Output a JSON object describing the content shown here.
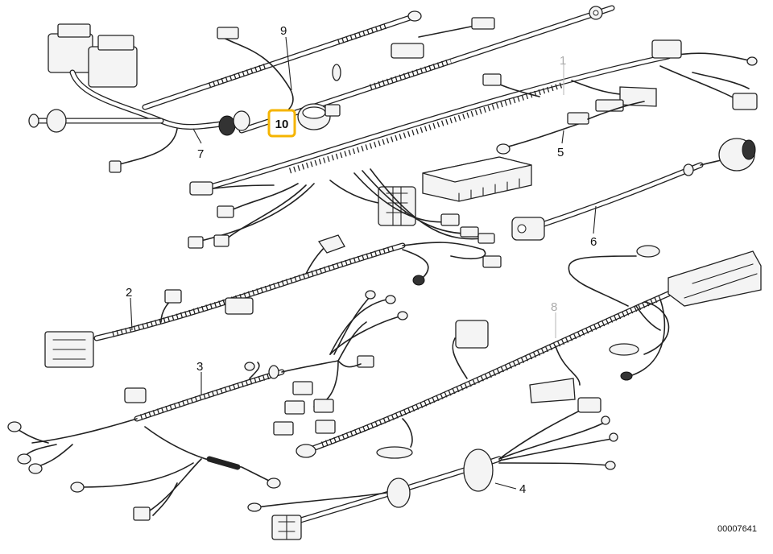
{
  "diagram": {
    "reference_number": "00007641",
    "highlighted_callout": "10",
    "callouts": [
      {
        "id": "1",
        "label": "1",
        "faint": true
      },
      {
        "id": "2",
        "label": "2",
        "faint": false
      },
      {
        "id": "3",
        "label": "3",
        "faint": false
      },
      {
        "id": "4",
        "label": "4",
        "faint": false
      },
      {
        "id": "5",
        "label": "5",
        "faint": false
      },
      {
        "id": "6",
        "label": "6",
        "faint": false
      },
      {
        "id": "7",
        "label": "7",
        "faint": false
      },
      {
        "id": "8",
        "label": "8",
        "faint": true
      },
      {
        "id": "9",
        "label": "9",
        "faint": false
      },
      {
        "id": "10",
        "label": "10",
        "faint": false
      }
    ],
    "colors": {
      "line": "#222222",
      "highlight_border": "#f5b400",
      "faint_label": "#aaaaaa",
      "background": "#ffffff"
    }
  }
}
